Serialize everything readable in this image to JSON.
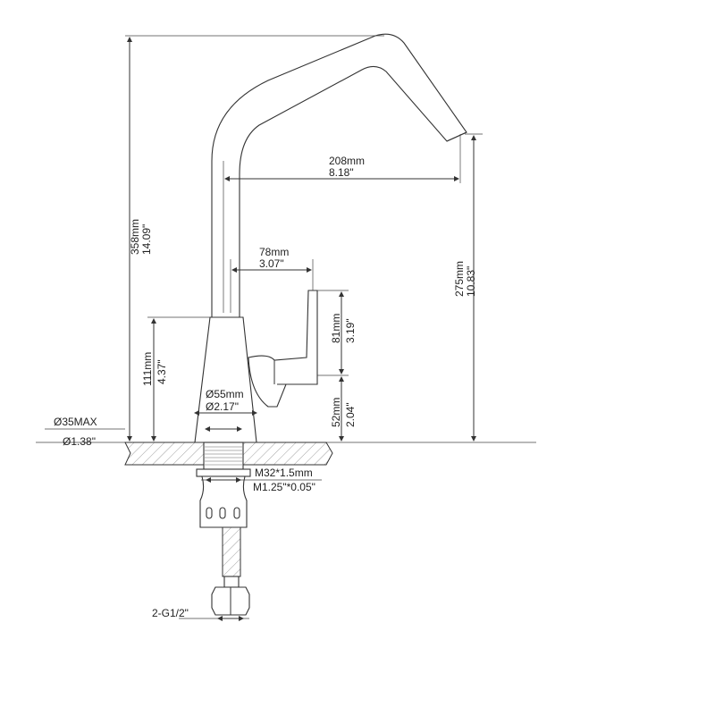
{
  "drawing": {
    "subject": "faucet",
    "dimensions": {
      "total_height": {
        "mm": "358mm",
        "in": "14.09\""
      },
      "spout_height": {
        "mm": "275mm",
        "in": "10.83\""
      },
      "spout_reach": {
        "mm": "208mm",
        "in": "8.18\""
      },
      "handle_offset": {
        "mm": "78mm",
        "in": "3.07\""
      },
      "handle_height": {
        "mm": "81mm",
        "in": "3.19\""
      },
      "handle_base": {
        "mm": "52mm",
        "in": "2.04\""
      },
      "body_height": {
        "mm": "111mm",
        "in": "4.37\""
      },
      "base_diameter": {
        "mm": "Ø55mm",
        "in": "Ø2.17\""
      },
      "hole_diameter": {
        "mm": "Ø35MAX",
        "in": "Ø1.38\""
      },
      "thread": {
        "mm": "M32*1.5mm",
        "in": "M1.25\"*0.05\""
      },
      "hose_connection": "2-G1/2\""
    }
  }
}
